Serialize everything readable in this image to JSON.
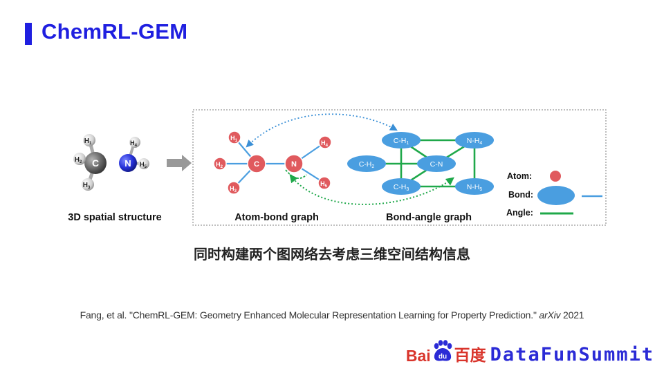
{
  "title": "ChemRL-GEM",
  "structure3d": {
    "label": "3D spatial structure",
    "atoms": [
      {
        "id": "H1",
        "el": "H",
        "sub": "1"
      },
      {
        "id": "H2",
        "el": "H",
        "sub": "2"
      },
      {
        "id": "H3",
        "el": "H",
        "sub": "3"
      },
      {
        "id": "C",
        "el": "C",
        "sub": ""
      },
      {
        "id": "N",
        "el": "N",
        "sub": ""
      },
      {
        "id": "H4",
        "el": "H",
        "sub": "4"
      },
      {
        "id": "H5",
        "el": "H",
        "sub": "5"
      }
    ]
  },
  "atom_bond_graph": {
    "label": "Atom-bond graph",
    "nodes": [
      {
        "id": "H1",
        "el": "H",
        "sub": "1"
      },
      {
        "id": "H2",
        "el": "H",
        "sub": "2"
      },
      {
        "id": "H3",
        "el": "H",
        "sub": "3"
      },
      {
        "id": "C",
        "el": "C",
        "sub": ""
      },
      {
        "id": "N",
        "el": "N",
        "sub": ""
      },
      {
        "id": "H4",
        "el": "H",
        "sub": "4"
      },
      {
        "id": "H5",
        "el": "H",
        "sub": "5"
      }
    ]
  },
  "bond_angle_graph": {
    "label": "Bond-angle graph",
    "nodes": [
      {
        "id": "CH1",
        "main": "C-H",
        "sub": "1"
      },
      {
        "id": "NH4",
        "main": "N-H",
        "sub": "4"
      },
      {
        "id": "CH2",
        "main": "C-H",
        "sub": "2"
      },
      {
        "id": "CN",
        "main": "C-N",
        "sub": ""
      },
      {
        "id": "CH3",
        "main": "C-H",
        "sub": "3"
      },
      {
        "id": "NH5",
        "main": "N-H",
        "sub": "5"
      }
    ]
  },
  "legend": {
    "atom": "Atom:",
    "bond": "Bond:",
    "angle": "Angle:"
  },
  "colors": {
    "atom": "#e05a5e",
    "bond": "#4a9ee0",
    "angle": "#1fa84a",
    "title": "#1f1fe0"
  },
  "caption": "同时构建两个图网络去考虑三维空间结构信息",
  "citation": {
    "text": "Fang, et al. \"ChemRL-GEM: Geometry Enhanced Molecular Representation Learning for Property Prediction.\"",
    "journal": "arXiv",
    "year": "2021"
  },
  "footer": {
    "baidu_left": "Bai",
    "baidu_paw": "du",
    "baidu_right": "百度",
    "summit": "DataFunSummit"
  }
}
